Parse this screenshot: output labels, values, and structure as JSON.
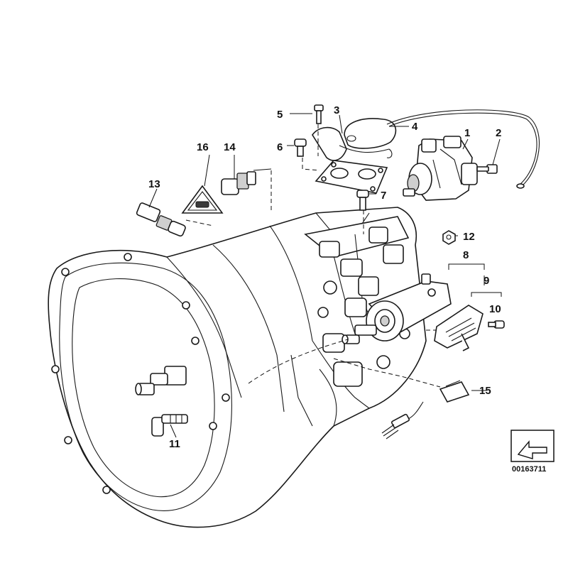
{
  "diagram": {
    "type": "exploded-parts-diagram",
    "callouts": {
      "c1": "1",
      "c2": "2",
      "c3": "3",
      "c4": "4",
      "c5": "5",
      "c6": "6",
      "c7": "7",
      "c8": "8",
      "c9": "9",
      "c10": "10",
      "c11": "11",
      "c12": "12",
      "c13": "13",
      "c14": "14",
      "c15": "15",
      "c16": "16"
    },
    "diagram_code": "00163711"
  }
}
